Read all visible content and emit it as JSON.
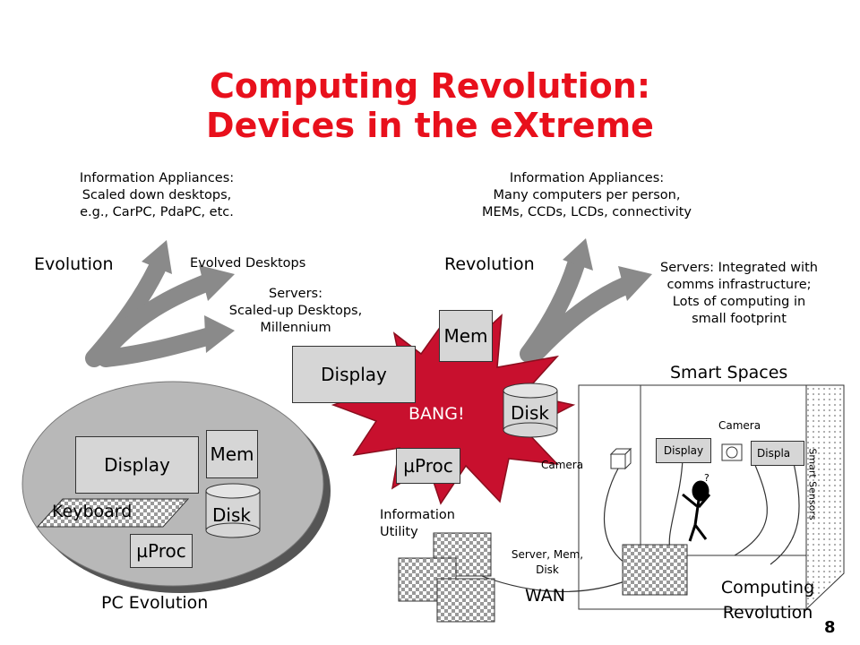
{
  "title": {
    "line1": "Computing Revolution:",
    "line2": "Devices in the eXtreme"
  },
  "left_side": {
    "appliances_note": [
      "Information Appliances:",
      "Scaled down desktops,",
      "e.g., CarPC, PdaPC, etc."
    ],
    "evolution_label": "Evolution",
    "evolved_desktops": "Evolved Desktops",
    "servers_note": [
      "Servers:",
      "Scaled-up Desktops,",
      "Millennium"
    ],
    "pc": {
      "display": "Display",
      "mem": "Mem",
      "keyboard": "Keyboard",
      "disk": "Disk",
      "proc": "µProc"
    },
    "pc_evolution_label": "PC Evolution"
  },
  "right_side": {
    "appliances_note": [
      "Information Appliances:",
      "Many computers per person,",
      "MEMs, CCDs, LCDs, connectivity"
    ],
    "revolution_label": "Revolution",
    "servers_note": [
      "Servers: Integrated with",
      "comms infrastructure;",
      "Lots of computing in",
      "small footprint"
    ]
  },
  "bang": {
    "mem": "Mem",
    "display": "Display",
    "label": "BANG!",
    "disk": "Disk",
    "proc": "µProc"
  },
  "smart_spaces": {
    "title": "Smart Spaces",
    "camera_top": "Camera",
    "camera_left": "Camera",
    "display1": "Display",
    "display2": "Displa",
    "sensors": "Smart Sensors",
    "info_utility": [
      "Information",
      "Utility"
    ],
    "server_note": [
      "Server, Mem,",
      "Disk"
    ],
    "wan": "WAN",
    "computing_revolution": [
      "Computing",
      "Revolution"
    ]
  },
  "page_number": "8",
  "colors": {
    "title": "#e8101c",
    "bang": "#c8102e",
    "arrow": "#8a8a8a"
  }
}
